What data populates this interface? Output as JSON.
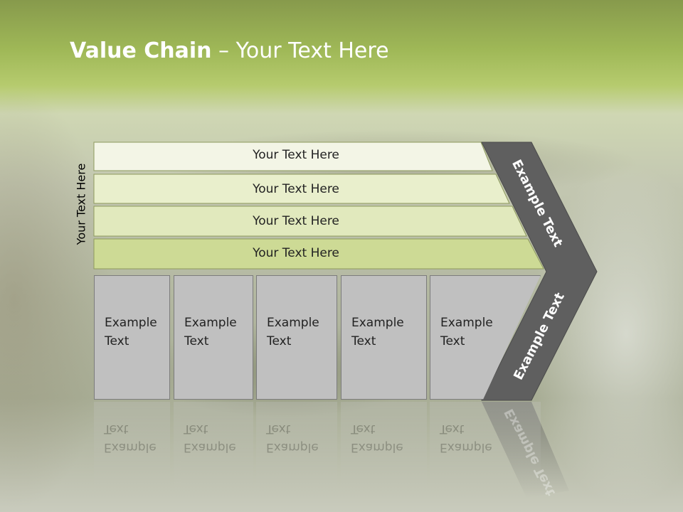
{
  "slide": {
    "title_bold": "Value Chain",
    "title_rest": " – Your Text Here",
    "side_label": "Your Text Here"
  },
  "rows": [
    {
      "label": "Your Text Here",
      "fill": "#f3f5e6"
    },
    {
      "label": "Your Text Here",
      "fill": "#e9efcc"
    },
    {
      "label": "Your Text Here",
      "fill": "#e1e9bd"
    },
    {
      "label": "Your Text Here",
      "fill": "#cdda95"
    }
  ],
  "cells": [
    {
      "line1": "Example",
      "line2": "Text"
    },
    {
      "line1": "Example",
      "line2": "Text"
    },
    {
      "line1": "Example",
      "line2": "Text"
    },
    {
      "line1": "Example",
      "line2": "Text"
    },
    {
      "line1": "Example",
      "line2": "Text"
    }
  ],
  "chevron": {
    "upper_text": "Example Text",
    "lower_text": "Example Text",
    "fill": "#5f5f5f"
  }
}
